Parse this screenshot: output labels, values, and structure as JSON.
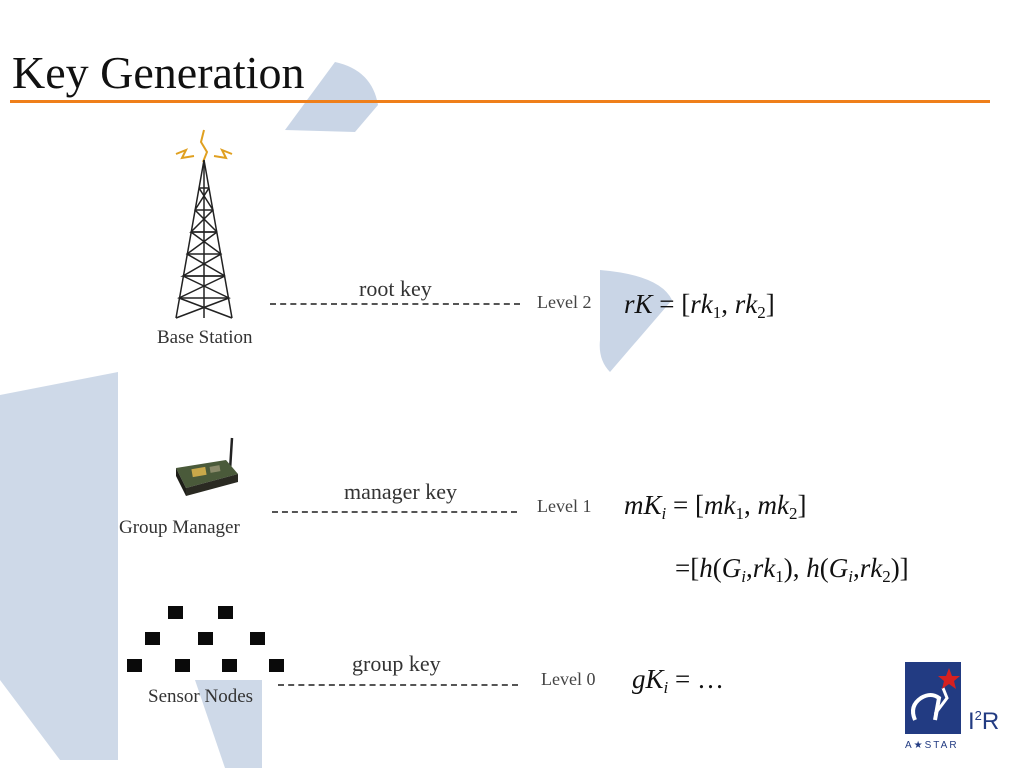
{
  "slide": {
    "title": "Key Generation",
    "accent_color": "#ef7f1a",
    "watermark_color": "#c9d5e6"
  },
  "hierarchy": [
    {
      "node": "Base Station",
      "icon": "tower-icon",
      "key_label": "root key",
      "level": "Level 2"
    },
    {
      "node": "Group Manager",
      "icon": "group-manager-device-icon",
      "key_label": "manager key",
      "level": "Level 1"
    },
    {
      "node": "Sensor Nodes",
      "icon": "sensor-nodes-icon",
      "key_label": "group key",
      "level": "Level 0"
    }
  ],
  "equations": {
    "root_key": {
      "lhs": "rK",
      "eq": " = [",
      "t1": "rk",
      "s1": "1",
      "sep": ", ",
      "t2": "rk",
      "s2": "2",
      "close": "]"
    },
    "manager_key": {
      "lhs": "mK",
      "lhs_sub": "i",
      "eq": " = [",
      "t1": "mk",
      "s1": "1",
      "sep": ", ",
      "t2": "mk",
      "s2": "2",
      "close": "]"
    },
    "manager_key_expansion": {
      "open": "=[",
      "h1": "h",
      "p1": "(",
      "g1": "G",
      "gs1": "i",
      "c1": ",",
      "r1": "rk",
      "rs1": "1",
      "cl1": "), ",
      "h2": "h",
      "p2": "(",
      "g2": "G",
      "gs2": "i",
      "c2": ",",
      "r2": "rk",
      "rs2": "2",
      "cl2": ")]"
    },
    "group_key": {
      "lhs": "gK",
      "lhs_sub": "i",
      "rest": " = …"
    }
  },
  "logo": {
    "brand": "I",
    "brand_sup": "2",
    "brand_tail": "R",
    "org": "A★STAR",
    "colors": {
      "blue": "#223b82",
      "red": "#d62020"
    }
  }
}
